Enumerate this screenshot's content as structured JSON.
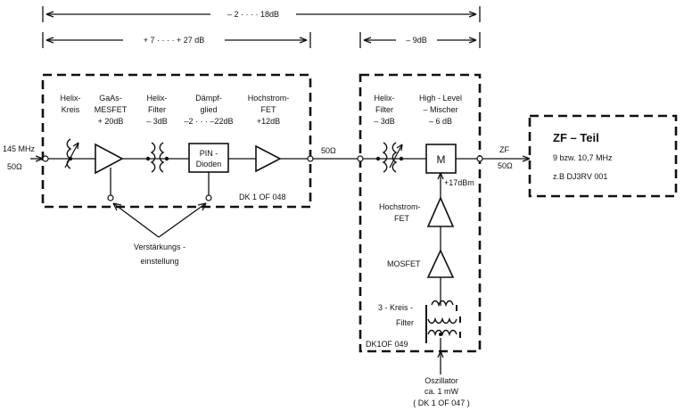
{
  "spans": {
    "total": "– 2 · · · · 18dB",
    "left": "+ 7 · · · · + 27 dB",
    "right": "– 9dB"
  },
  "input": {
    "freq": "145 MHz",
    "imp": "50Ω"
  },
  "mid_imp": "50Ω",
  "stages": {
    "helix_kreis": [
      "Helix-",
      "Kreis"
    ],
    "gaas": [
      "GaAs-",
      "MESFET",
      "+ 20dB"
    ],
    "helix_filter1": [
      "Helix-",
      "Filter",
      "– 3dB"
    ],
    "daempf": [
      "Dämpf-",
      "glied",
      "–2 · · · –22dB"
    ],
    "hochstrom1": [
      "Hochstrom-",
      "FET",
      "+12dB"
    ],
    "helix_filter2": [
      "Helix-",
      "Filter",
      "– 3dB"
    ],
    "mischer": [
      "High - Level",
      "– Mischer",
      "– 6 dB"
    ]
  },
  "pin_label": [
    "PIN -",
    "Dioden"
  ],
  "mixer_symbol": "M",
  "lo_level": "+17dBm",
  "hochstrom2": [
    "Hochstrom-",
    "FET"
  ],
  "mosfet": "MOSFET",
  "kreisfilter": [
    "3 - Kreis -",
    "Filter"
  ],
  "oszillator": [
    "Oszillator",
    "ca. 1 mW",
    "( DK 1 OF 047 )"
  ],
  "verstaerkung": [
    "Verstärkungs -",
    "einstellung"
  ],
  "module1": "DK 1 OF 048",
  "module2": "DK1OF 049",
  "zf_out": [
    "ZF",
    "50Ω"
  ],
  "zf_box": {
    "title": "ZF – Teil",
    "freq": "9  bzw.  10,7 MHz",
    "ref": "z.B DJ3RV 001"
  }
}
